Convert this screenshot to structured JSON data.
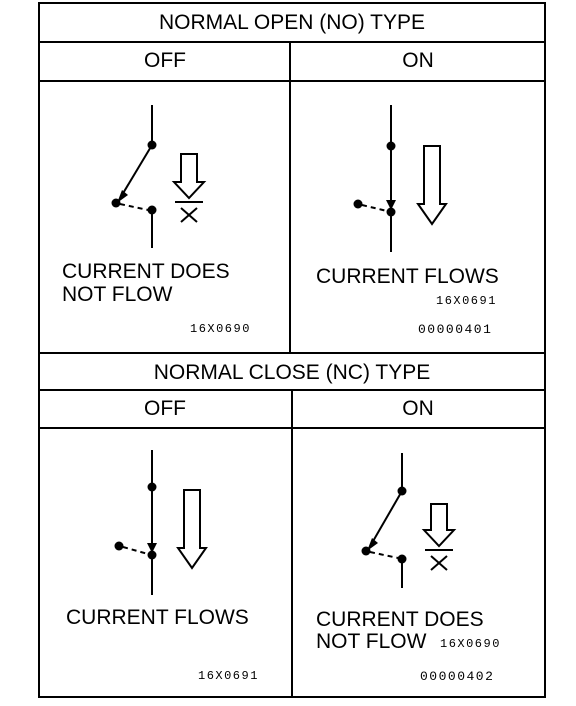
{
  "no_section": {
    "title": "NORMAL OPEN (NO) TYPE",
    "off_header": "OFF",
    "on_header": "ON",
    "off_caption": "CURRENT DOES\nNOT FLOW",
    "off_fig_code": "16X0690",
    "on_caption": "CURRENT FLOWS",
    "on_fig_code": "16X0691",
    "on_doc_code": "00000401"
  },
  "nc_section": {
    "title": "NORMAL CLOSE (NC) TYPE",
    "off_header": "OFF",
    "on_header": "ON",
    "off_caption": "CURRENT FLOWS",
    "off_fig_code": "16X0691",
    "on_caption_line1": "CURRENT DOES",
    "on_caption_line2": "NOT FLOW",
    "on_fig_code": "16X0690",
    "on_doc_code": "00000402"
  }
}
